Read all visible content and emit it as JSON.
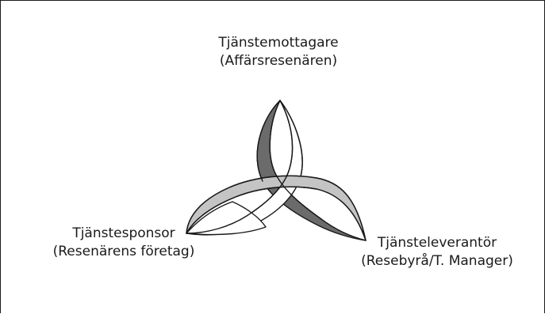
{
  "nodes": {
    "top": {
      "title": "Tjänstemottagare",
      "subtitle": "(Affärsresenären)"
    },
    "left": {
      "title": "Tjänstesponsor",
      "subtitle": "(Resenärens företag)"
    },
    "right": {
      "title": "Tjänsteleverantör",
      "subtitle": "(Resebyrå/T. Manager)"
    }
  },
  "colors": {
    "outline": "#1a1a1a",
    "band_white": "#ffffff",
    "band_light_gray": "#c4c4c4",
    "band_dark_gray": "#6b6b6b"
  }
}
